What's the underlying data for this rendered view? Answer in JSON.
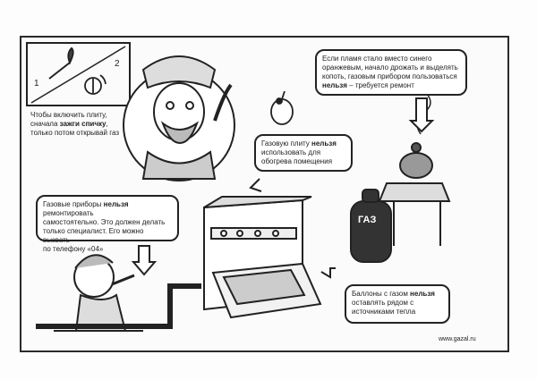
{
  "bubbles": {
    "match": {
      "line1": "Чтобы включить плиту,",
      "line2a": "сначала ",
      "line2b": "зажги спичку",
      "line2c": ",",
      "line3": "только потом открывай газ"
    },
    "flame": {
      "line1": "Если пламя стало вместо синего",
      "line2": "оранжевым, начало дрожать и выделять",
      "line3": "копоть, газовым прибором пользоваться",
      "line4a": "нельзя",
      "line4b": " – требуется ремонт"
    },
    "heating": {
      "line1": "Газовую плиту ",
      "line1b": "нельзя",
      "line2": "использовать для",
      "line3": "обогрева помещения"
    },
    "repair": {
      "line1a": "Газовые приборы ",
      "line1b": "нельзя",
      "line1c": " ремонтировать",
      "line2": "самостоятельно. Это должен делать",
      "line3": "только специалист. Его можно вызвать",
      "line4": "по телефону «04»"
    },
    "cylinder": {
      "line1a": "Баллоны с газом ",
      "line1b": "нельзя",
      "line2": "оставлять рядом с",
      "line3": "источниками тепла"
    }
  },
  "steps": {
    "one": "1",
    "two": "2"
  },
  "cylinder_label": "ГАЗ",
  "site": "www.gazal.ru"
}
